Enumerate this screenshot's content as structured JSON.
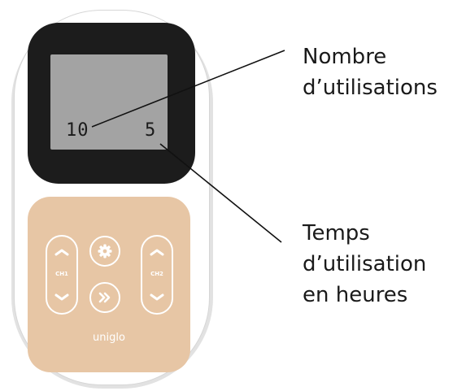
{
  "display": {
    "left_value": "10",
    "right_value": "5"
  },
  "keypad": {
    "ch1_label": "CH1",
    "ch2_label": "CH2",
    "brand": "uniglo"
  },
  "annotations": {
    "top": [
      "Nombre",
      "d’utilisations"
    ],
    "bottom": [
      "Temps",
      "d’utilisation",
      "en heures"
    ]
  },
  "colors": {
    "keypad": "#e7c6a5",
    "bezel": "#1c1c1c",
    "lcd": "#a3a3a3"
  },
  "icons": [
    "chevron-up-icon",
    "chevron-down-icon",
    "gear-icon",
    "double-chevron-right-icon"
  ]
}
